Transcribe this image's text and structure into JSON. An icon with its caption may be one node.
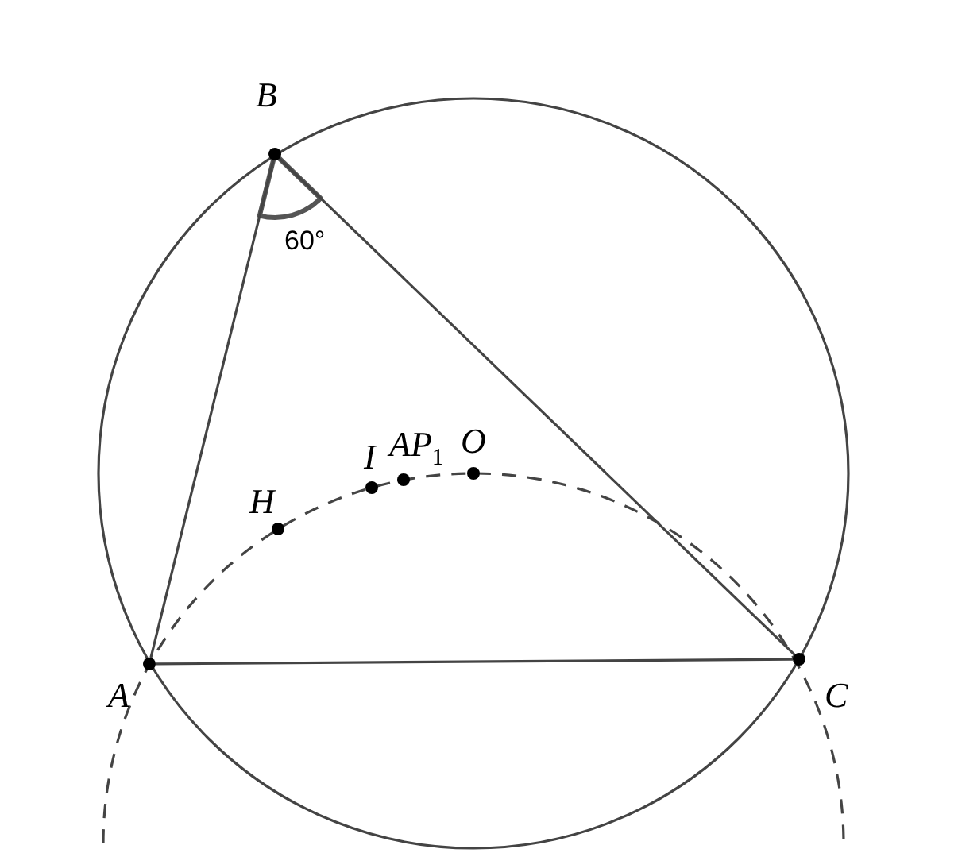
{
  "diagram": {
    "nodes": [
      {
        "text": [
          "B"
        ]
      },
      {
        "text": [
          "A"
        ]
      },
      {
        "text": [
          "C"
        ]
      },
      {
        "text": [
          "H"
        ]
      },
      {
        "text": [
          "I"
        ]
      },
      {
        "text": [
          "AP$_{1}$"
        ]
      },
      {
        "text": [
          "O"
        ]
      }
    ],
    "edges": [
      {
        "from": 1,
        "to": 0,
        "arrow": "none"
      },
      {
        "from": 0,
        "to": 2,
        "arrow": "none"
      },
      {
        "from": 1,
        "to": 2,
        "arrow": "none"
      }
    ],
    "labels": [
      "60°"
    ]
  }
}
